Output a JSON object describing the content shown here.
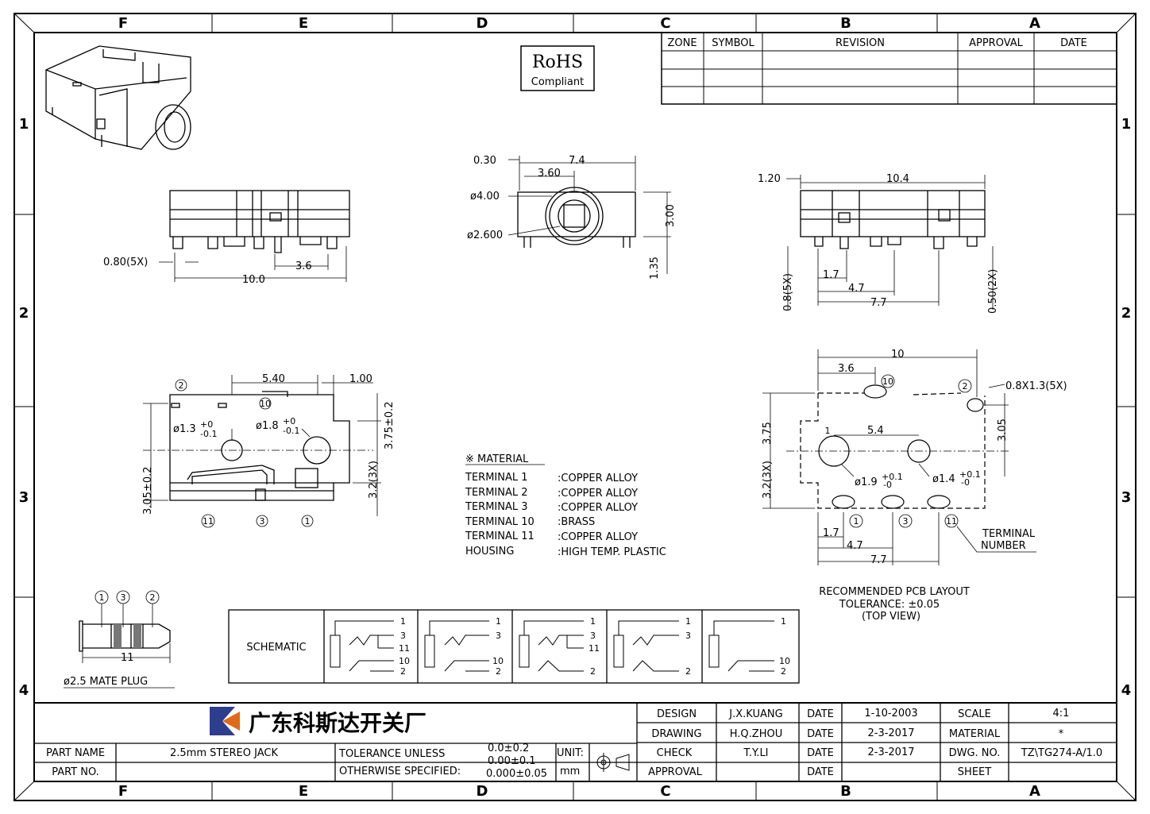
{
  "frame": {
    "columns": [
      "F",
      "E",
      "D",
      "C",
      "B",
      "A"
    ],
    "rows": [
      "1",
      "2",
      "3",
      "4"
    ]
  },
  "revision_table": {
    "headers": [
      "ZONE",
      "SYMBOL",
      "REVISION",
      "APPROVAL",
      "DATE"
    ]
  },
  "rohs": {
    "line1": "RoHS",
    "line2": "Compliant"
  },
  "side_view": {
    "dim_pin": "0.80(5X)",
    "dim_36": "3.6",
    "dim_100": "10.0"
  },
  "front_view": {
    "d030": "0.30",
    "d74": "7.4",
    "d360": "3.60",
    "d400": "ø4.00",
    "d2600": "ø2.600",
    "d300": "3.00",
    "d135": "1.35"
  },
  "right_view": {
    "d120": "1.20",
    "d104": "10.4",
    "d08": "0.8(5X)",
    "d17": "1.7",
    "d47": "4.7",
    "d77": "7.7",
    "d050": "0.50(2X)"
  },
  "top_view": {
    "d540": "5.40",
    "d100": "1.00",
    "h13": "ø1.3",
    "h13tol_up": "+0",
    "h13tol_dn": "-0.1",
    "h18": "ø1.8",
    "h18tol_up": "+0",
    "h18tol_dn": "-0.1",
    "d375": "3.75±0.2",
    "d305": "3.05±0.2",
    "d32": "3.2(3X)",
    "n2": "2",
    "n10": "10",
    "n11": "11",
    "n3": "3",
    "n1": "1"
  },
  "material": {
    "title": "※ MATERIAL",
    "rows": [
      {
        "part": "TERMINAL  1",
        "mat": ":COPPER  ALLOY"
      },
      {
        "part": "TERMINAL  2",
        "mat": ":COPPER  ALLOY"
      },
      {
        "part": "TERMINAL  3",
        "mat": ":COPPER  ALLOY"
      },
      {
        "part": "TERMINAL 10",
        "mat": ":BRASS"
      },
      {
        "part": "TERMINAL 11",
        "mat": ":COPPER  ALLOY"
      },
      {
        "part": "HOUSING",
        "mat": ":HIGH  TEMP.  PLASTIC"
      }
    ]
  },
  "pcb": {
    "d10": "10",
    "d36": "3.6",
    "d08x13": "0.8X1.3(5X)",
    "d375": "3.75",
    "d305": "3.05",
    "d54": "5.4",
    "d32": "3.2(3X)",
    "h19": "ø1.9",
    "h19up": "+0.1",
    "h19dn": "-0",
    "h14": "ø1.4",
    "h14up": "+0.1",
    "h14dn": "-0",
    "d17": "1.7",
    "d47": "4.7",
    "d77": "7.7",
    "n1": "1",
    "n3": "3",
    "n11": "11",
    "n10": "10",
    "n2": "2",
    "n1b": "1",
    "term1": "TERMINAL",
    "term2": "NUMBER",
    "cap1": "RECOMMENDED  PCB  LAYOUT",
    "cap2": "TOLERANCE: ±0.05",
    "cap3": "(TOP  VIEW)"
  },
  "plug": {
    "n1": "1",
    "n3": "3",
    "n2": "2",
    "len": "11",
    "label": "ø2.5  MATE  PLUG"
  },
  "schematic": {
    "label": "SCHEMATIC",
    "p1": "1",
    "p3": "3",
    "p11": "11",
    "p10": "10",
    "p2": "2"
  },
  "title_block": {
    "company": "广东科斯达开关厂",
    "design_label": "DESIGN",
    "design_name": "J.X.KUANG",
    "design_date_label": "DATE",
    "design_date": "1-10-2003",
    "drawing_label": "DRAWING",
    "drawing_name": "H.Q.ZHOU",
    "drawing_date_label": "DATE",
    "drawing_date": "2-3-2017",
    "check_label": "CHECK",
    "check_name": "T.Y.LI",
    "check_date_label": "DATE",
    "check_date": "2-3-2017",
    "approval_label": "APPROVAL",
    "approval_date_label": "DATE",
    "scale_label": "SCALE",
    "scale_value": "4:1",
    "material_label": "MATERIAL",
    "material_value": "*",
    "dwg_label": "DWG. NO.",
    "dwg_value": "TZ\\TG274-A/1.0",
    "sheet_label": "SHEET",
    "part_name_label": "PART  NAME",
    "part_name_value": "2.5mm  STEREO  JACK",
    "part_no_label": "PART  NO.",
    "tol1": "TOLERANCE  UNLESS",
    "tol2": "OTHERWISE  SPECIFIED:",
    "tol_a": "0.0±0.2",
    "tol_b": "0.00±0.1",
    "tol_c": "0.000±0.05",
    "unit_label": "UNIT:",
    "unit_value": "mm"
  }
}
